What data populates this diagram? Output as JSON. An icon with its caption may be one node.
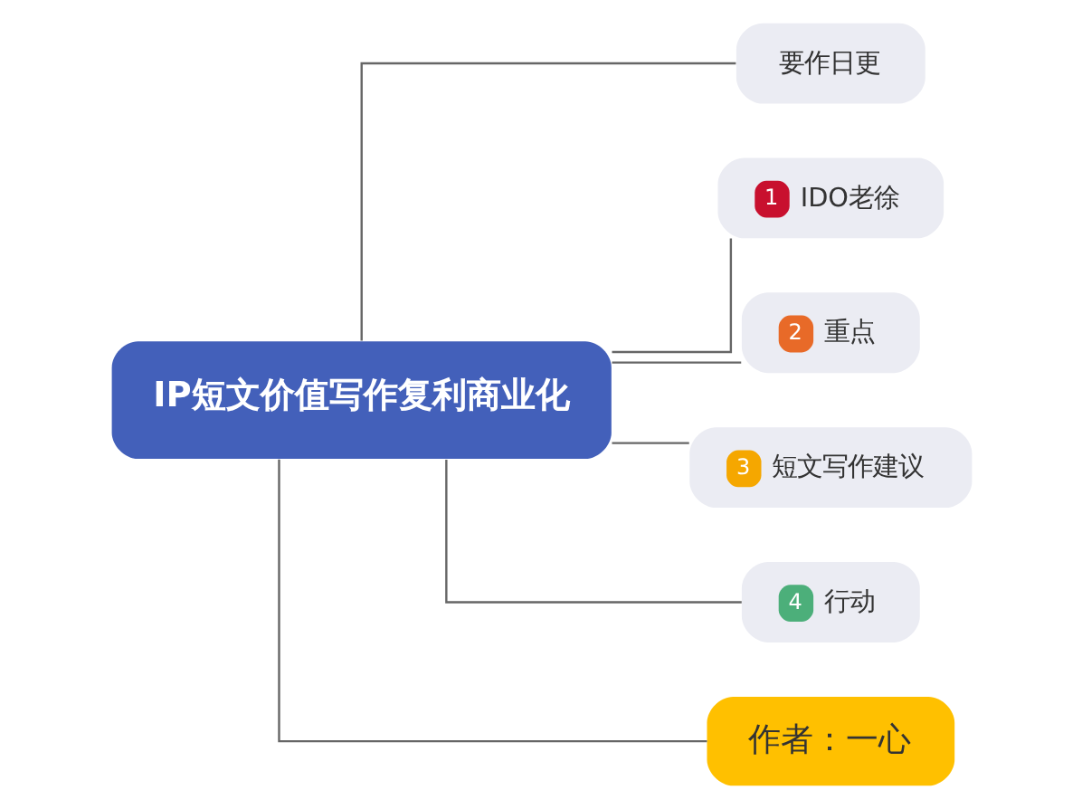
{
  "diagram": {
    "nodes": [
      {
        "text": [
          "IP短文价值写作复利商业化"
        ]
      },
      {
        "text": [
          "要作日更"
        ]
      },
      {
        "text": [
          "1",
          "IDO老徐"
        ]
      },
      {
        "text": [
          "2",
          "重点"
        ]
      },
      {
        "text": [
          "3",
          "短文写作建议"
        ]
      },
      {
        "text": [
          "4",
          "行动"
        ]
      },
      {
        "text": [
          "作者：一心"
        ]
      }
    ],
    "edges": [
      {
        "from": 0,
        "to": 1,
        "arrow": "none"
      },
      {
        "from": 0,
        "to": 2,
        "arrow": "none"
      },
      {
        "from": 0,
        "to": 3,
        "arrow": "none"
      },
      {
        "from": 0,
        "to": 4,
        "arrow": "none"
      },
      {
        "from": 0,
        "to": 5,
        "arrow": "none"
      },
      {
        "from": 0,
        "to": 6,
        "arrow": "none"
      }
    ]
  }
}
